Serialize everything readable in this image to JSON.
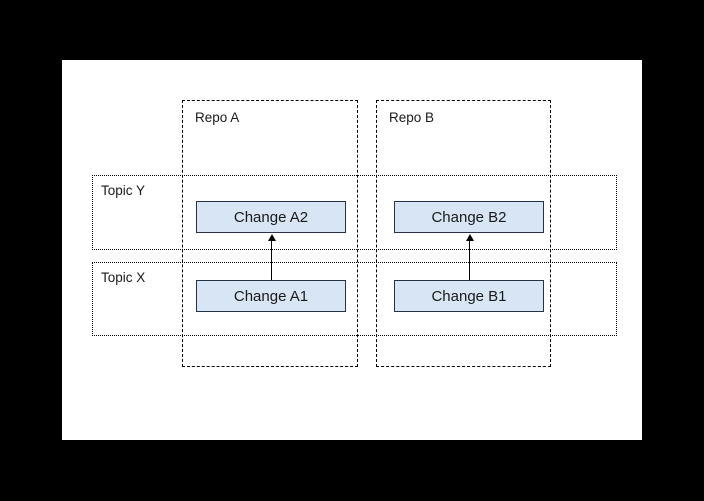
{
  "diagram": {
    "repos": [
      {
        "label": "Repo A"
      },
      {
        "label": "Repo B"
      }
    ],
    "topics": [
      {
        "label": "Topic Y"
      },
      {
        "label": "Topic X"
      }
    ],
    "changes": [
      {
        "label": "Change A2",
        "repo": "Repo A",
        "topic": "Topic Y"
      },
      {
        "label": "Change B2",
        "repo": "Repo B",
        "topic": "Topic Y"
      },
      {
        "label": "Change A1",
        "repo": "Repo A",
        "topic": "Topic X"
      },
      {
        "label": "Change B1",
        "repo": "Repo B",
        "topic": "Topic X"
      }
    ],
    "arrows": [
      {
        "from": "Change A1",
        "to": "Change A2"
      },
      {
        "from": "Change B1",
        "to": "Change B2"
      }
    ],
    "colors": {
      "background": "#000000",
      "canvas_background": "#ffffff",
      "line": "#000000",
      "text": "#1a1a1a",
      "change_fill": "#d7e5f4",
      "change_border": "#233348"
    }
  }
}
